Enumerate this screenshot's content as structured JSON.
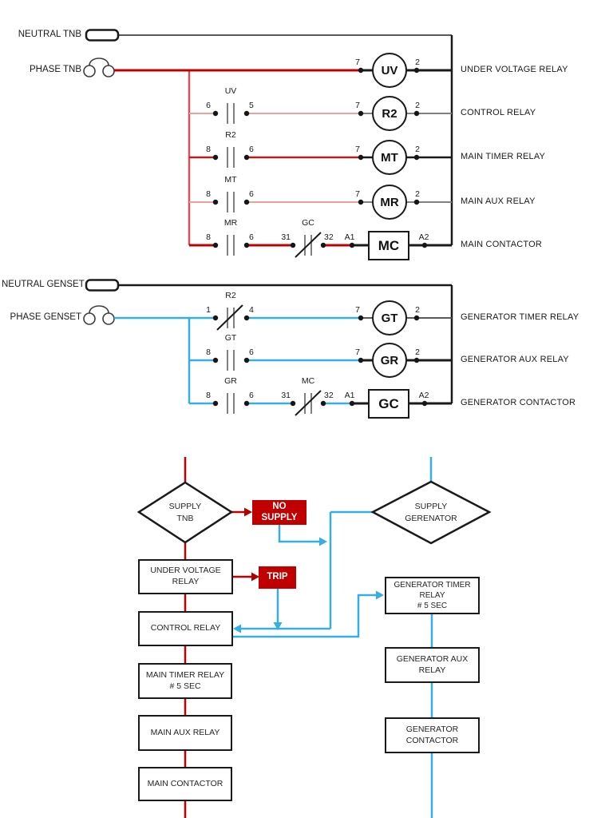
{
  "colors": {
    "red": "#C00000",
    "red_dark": "#B51F1F",
    "red_light": "#ECA0A0",
    "red_bus": "#D25353",
    "blue": "#35AEE2",
    "black": "#1A1A1A",
    "gray": "#808080",
    "neutral_gray": "#595959"
  },
  "ladders": [
    {
      "neutral_label": "NEUTRAL TNB",
      "phase_label": "PHASE TNB",
      "rows": [
        {
          "pre": "7",
          "coil": "UV",
          "post": "2",
          "desc": "UNDER VOLTAGE RELAY"
        },
        {
          "c1_label": "UV",
          "c1_l": "6",
          "c1_r": "5",
          "pre": "7",
          "coil": "R2",
          "post": "2",
          "desc": "CONTROL RELAY"
        },
        {
          "c1_label": "R2",
          "c1_l": "8",
          "c1_r": "6",
          "pre": "7",
          "coil": "MT",
          "post": "2",
          "desc": "MAIN TIMER RELAY"
        },
        {
          "c1_label": "MT",
          "c1_l": "8",
          "c1_r": "6",
          "pre": "7",
          "coil": "MR",
          "post": "2",
          "desc": "MAIN AUX RELAY"
        },
        {
          "c1_label": "MR",
          "c1_l": "8",
          "c1_r": "6",
          "c2_label": "GC",
          "c2_l": "31",
          "c2_r": "32",
          "pre": "A1",
          "coil": "MC",
          "post": "A2",
          "desc": "MAIN CONTACTOR"
        }
      ]
    },
    {
      "neutral_label": "NEUTRAL GENSET",
      "phase_label": "PHASE GENSET",
      "rows": [
        {
          "c1_label": "R2",
          "c1_l": "1",
          "c1_r": "4",
          "pre": "7",
          "coil": "GT",
          "post": "2",
          "desc": "GENERATOR TIMER RELAY"
        },
        {
          "c1_label": "GT",
          "c1_l": "8",
          "c1_r": "6",
          "pre": "7",
          "coil": "GR",
          "post": "2",
          "desc": "GENERATOR AUX RELAY"
        },
        {
          "c1_label": "GR",
          "c1_l": "8",
          "c1_r": "6",
          "c2_label": "MC",
          "c2_l": "31",
          "c2_r": "32",
          "pre": "A1",
          "coil": "GC",
          "post": "A2",
          "desc": "GENERATOR CONTACTOR"
        }
      ]
    }
  ],
  "flowchart": {
    "supply_tnb_1": "SUPPLY",
    "supply_tnb_2": "TNB",
    "no_supply_1": "NO",
    "no_supply_2": "SUPPLY",
    "supply_gen_1": "SUPPLY",
    "supply_gen_2": "GERENATOR",
    "under_voltage_1": "UNDER VOLTAGE",
    "under_voltage_2": "RELAY",
    "trip": "TRIP",
    "control_relay": "CONTROL RELAY",
    "gen_timer_1": "GENERATOR TIMER",
    "gen_timer_2": "RELAY",
    "gen_timer_3": "# 5 SEC",
    "gen_aux_1": "GENERATOR AUX",
    "gen_aux_2": "RELAY",
    "gen_contactor_1": "GENERATOR",
    "gen_contactor_2": "CONTACTOR",
    "main_timer_1": "MAIN TIMER RELAY",
    "main_timer_2": "# 5 SEC",
    "main_aux": "MAIN AUX RELAY",
    "main_contactor": "MAIN CONTACTOR"
  }
}
